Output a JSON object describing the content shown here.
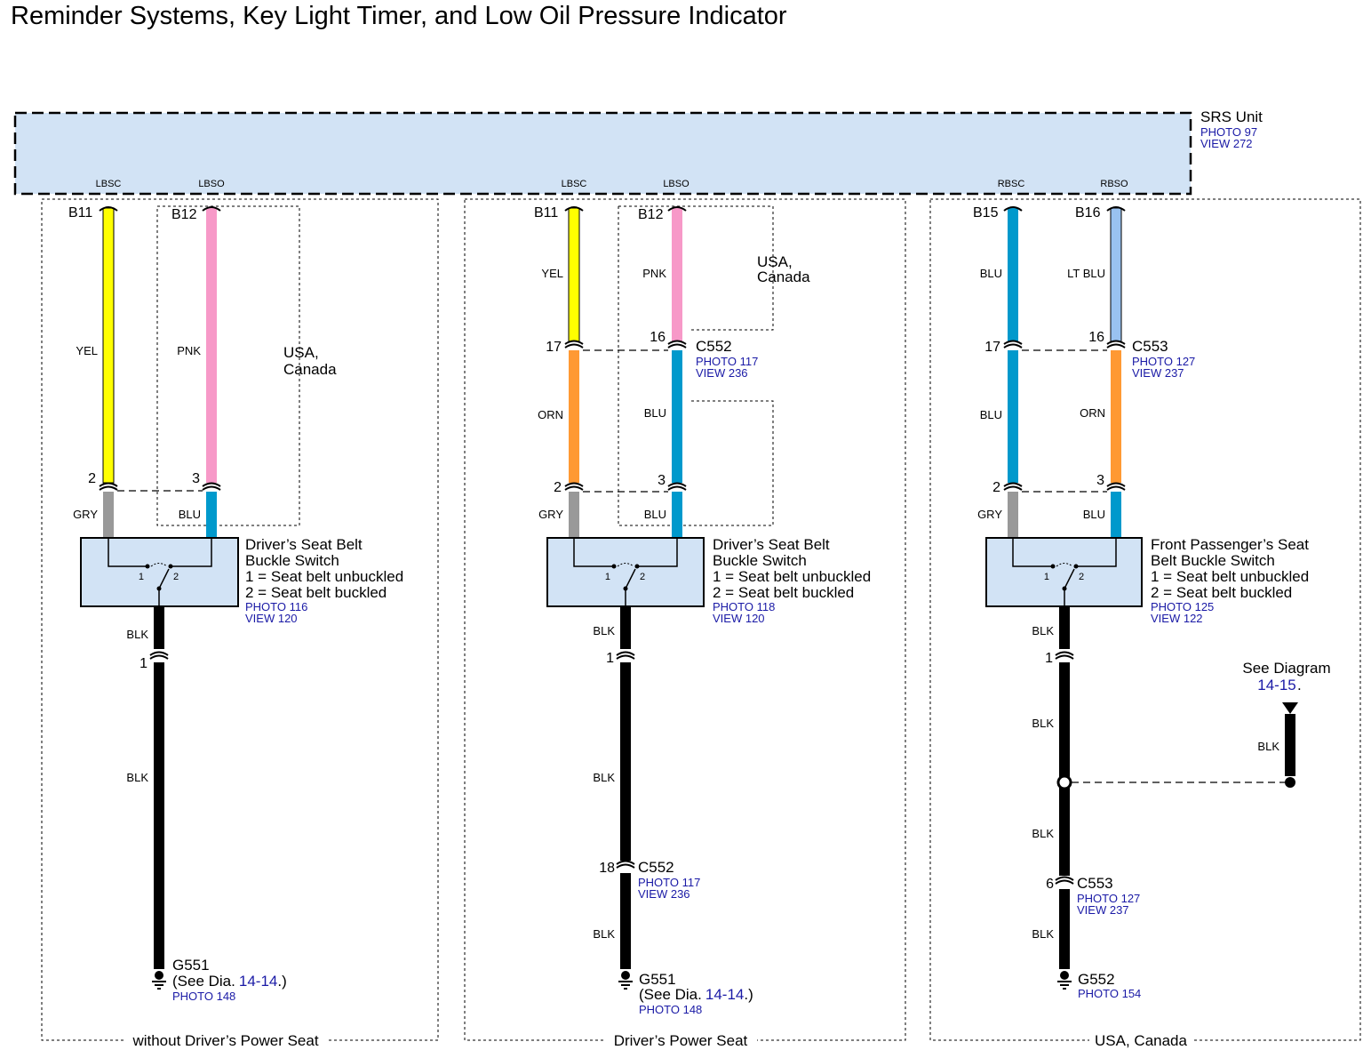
{
  "title": "Reminder Systems, Key Light Timer, and Low Oil Pressure Indicator",
  "srs": {
    "name": "SRS Unit",
    "photo": "PHOTO 97",
    "view": "VIEW 272"
  },
  "colors": {
    "YEL": "#ffff00",
    "PNK": "#f799c8",
    "BLU": "#0099cc",
    "LT_BLU": "#99c2f0",
    "ORN": "#ff9933",
    "GRY": "#999999",
    "BLK": "#000000",
    "component_fill": "#d2e3f5",
    "reference_text": "#1a1aa6"
  },
  "sections": {
    "s1": {
      "footer": "without Driver’s Power Seat",
      "terminal_a": "LBSC",
      "terminal_b": "LBSO",
      "pin_a": "B11",
      "pin_b": "B12",
      "wire_a": "YEL",
      "wire_b": "PNK",
      "region": "USA,\nCanada",
      "pin_a2": "2",
      "pin_b2": "3",
      "wire_a2": "GRY",
      "wire_b2": "BLU",
      "switch": {
        "name_l1": "Driver’s Seat Belt",
        "name_l2": "Buckle Switch",
        "pos1": "1 = Seat belt unbuckled",
        "pos2": "2 = Seat belt buckled",
        "photo": "PHOTO 116",
        "view": "VIEW 120",
        "contact1": "1",
        "contact2": "2"
      },
      "ground_wire_1": "BLK",
      "ground_pin": "1",
      "ground_wire_2": "BLK",
      "ground": {
        "name": "G551",
        "see_prefix": "(See  Dia.",
        "see_link": "14-14",
        "see_suffix": ".)",
        "photo": "PHOTO 148"
      }
    },
    "s2": {
      "footer": "Driver’s Power Seat",
      "terminal_a": "LBSC",
      "terminal_b": "LBSO",
      "pin_a": "B11",
      "pin_b": "B12",
      "wire_a": "YEL",
      "wire_b": "PNK",
      "region": "USA,\nCanada",
      "connector": {
        "name": "C552",
        "photo": "PHOTO 117",
        "view": "VIEW 236",
        "pin_a": "17",
        "pin_b": "16"
      },
      "wire_a_mid": "ORN",
      "wire_b_mid": "BLU",
      "pin_a2": "2",
      "pin_b2": "3",
      "wire_a2": "GRY",
      "wire_b2": "BLU",
      "switch": {
        "name_l1": "Driver’s Seat Belt",
        "name_l2": "Buckle Switch",
        "pos1": "1 = Seat belt unbuckled",
        "pos2": "2 = Seat belt buckled",
        "photo": "PHOTO 118",
        "view": "VIEW 120",
        "contact1": "1",
        "contact2": "2"
      },
      "ground_wire_1": "BLK",
      "ground_pin": "1",
      "ground_wire_2": "BLK",
      "connector2": {
        "name": "C552",
        "photo": "PHOTO 117",
        "view": "VIEW 236",
        "pin": "18"
      },
      "ground_wire_3": "BLK",
      "ground": {
        "name": "G551",
        "see_prefix": "(See  Dia.",
        "see_link": "14-14",
        "see_suffix": ".)",
        "photo": "PHOTO 148"
      }
    },
    "s3": {
      "footer": "USA, Canada",
      "terminal_a": "RBSC",
      "terminal_b": "RBSO",
      "pin_a": "B15",
      "pin_b": "B16",
      "wire_a": "BLU",
      "wire_b": "LT BLU",
      "connector": {
        "name": "C553",
        "photo": "PHOTO 127",
        "view": "VIEW 237",
        "pin_a": "17",
        "pin_b": "16"
      },
      "wire_a_mid": "BLU",
      "wire_b_mid": "ORN",
      "pin_a2": "2",
      "pin_b2": "3",
      "wire_a2": "GRY",
      "wire_b2": "BLU",
      "switch": {
        "name_l1": "Front Passenger’s Seat",
        "name_l2": "Belt Buckle Switch",
        "pos1": "1 = Seat belt unbuckled",
        "pos2": "2 = Seat belt buckled",
        "photo": "PHOTO 125",
        "view": "VIEW 122",
        "contact1": "1",
        "contact2": "2"
      },
      "ground_wire_1": "BLK",
      "ground_pin": "1",
      "ground_wire_2": "BLK",
      "splice_wire": "BLK",
      "see_diagram": {
        "text": "See Diagram",
        "link": "14-15",
        "suffix": "."
      },
      "splice_wire_below": "BLK",
      "connector2": {
        "name": "C553",
        "photo": "PHOTO 127",
        "view": "VIEW 237",
        "pin": "6"
      },
      "ground_wire_3": "BLK",
      "ground": {
        "name": "G552",
        "photo": "PHOTO 154"
      }
    }
  }
}
